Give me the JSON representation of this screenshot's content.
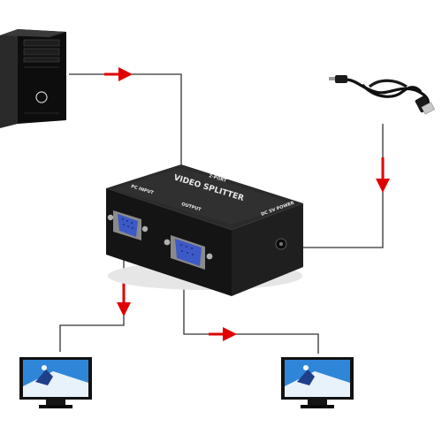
{
  "devices": {
    "computer": {
      "label": "",
      "icon": "desktop-tower-icon"
    },
    "usb_cable": {
      "label": "",
      "icon": "usb-power-cable-icon"
    },
    "splitter": {
      "title": "VIDEO SPLITTER",
      "top_label": "2-PORT",
      "input_label": "PC INPUT",
      "output_label": "OUTPUT",
      "power_label": "DC 5V POWER",
      "body_color": "#1c1c1c",
      "port_color": "#3d59c7"
    },
    "monitors": [
      {
        "name": "monitor-left",
        "icon": "flat-monitor-icon"
      },
      {
        "name": "monitor-right",
        "icon": "flat-monitor-icon"
      }
    ]
  },
  "colors": {
    "wire": "#333333",
    "arrow": "#e00000",
    "screen_sky": "#2f86d8",
    "screen_snow": "#e8f2fb"
  }
}
